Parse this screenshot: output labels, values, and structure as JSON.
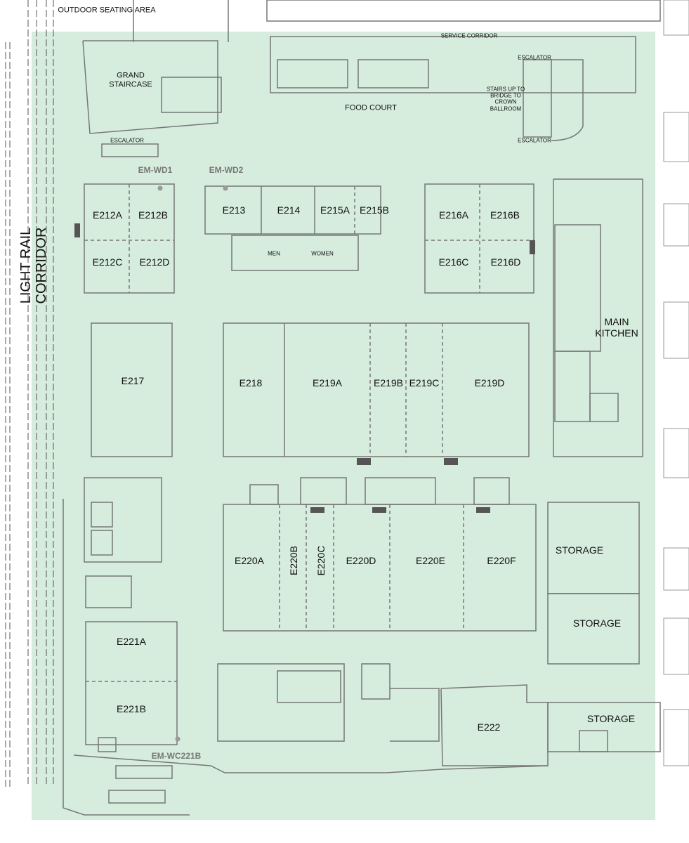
{
  "colors": {
    "zone": "#d6ecdd",
    "wall": "#777777",
    "marker": "#999999",
    "emergency_label": "#777777"
  },
  "outside": {
    "outdoor_seating": "OUTDOOR SEATING AREA",
    "light_rail": "LIGHT RAIL CORRIDOR"
  },
  "areas": {
    "service_corridor": "SERVICE CORRIDOR",
    "grand_staircase": "GRAND STAIRCASE",
    "food_court": "FOOD COURT",
    "escalator_top": "ESCALATOR",
    "escalator_bottom": "ESCALATOR",
    "escalator_left": "ESCALATOR",
    "stairs_bridge": "STAIRS UP TO BRIDGE TO CROWN BALLROOM",
    "main_kitchen": "MAIN KITCHEN",
    "men": "MEN",
    "women": "WOMEN",
    "storage1": "STORAGE",
    "storage2": "STORAGE",
    "storage3": "STORAGE"
  },
  "rooms": {
    "E212A": "E212A",
    "E212B": "E212B",
    "E212C": "E212C",
    "E212D": "E212D",
    "E213": "E213",
    "E214": "E214",
    "E215A": "E215A",
    "E215B": "E215B",
    "E216A": "E216A",
    "E216B": "E216B",
    "E216C": "E216C",
    "E216D": "E216D",
    "E217": "E217",
    "E218": "E218",
    "E219A": "E219A",
    "E219B": "E219B",
    "E219C": "E219C",
    "E219D": "E219D",
    "E220A": "E220A",
    "E220B": "E220B",
    "E220C": "E220C",
    "E220D": "E220D",
    "E220E": "E220E",
    "E220F": "E220F",
    "E221A": "E221A",
    "E221B": "E221B",
    "E222": "E222"
  },
  "markers": {
    "wd1": "EM-WD1",
    "wd2": "EM-WD2",
    "wc221b": "EM-WC221B"
  }
}
